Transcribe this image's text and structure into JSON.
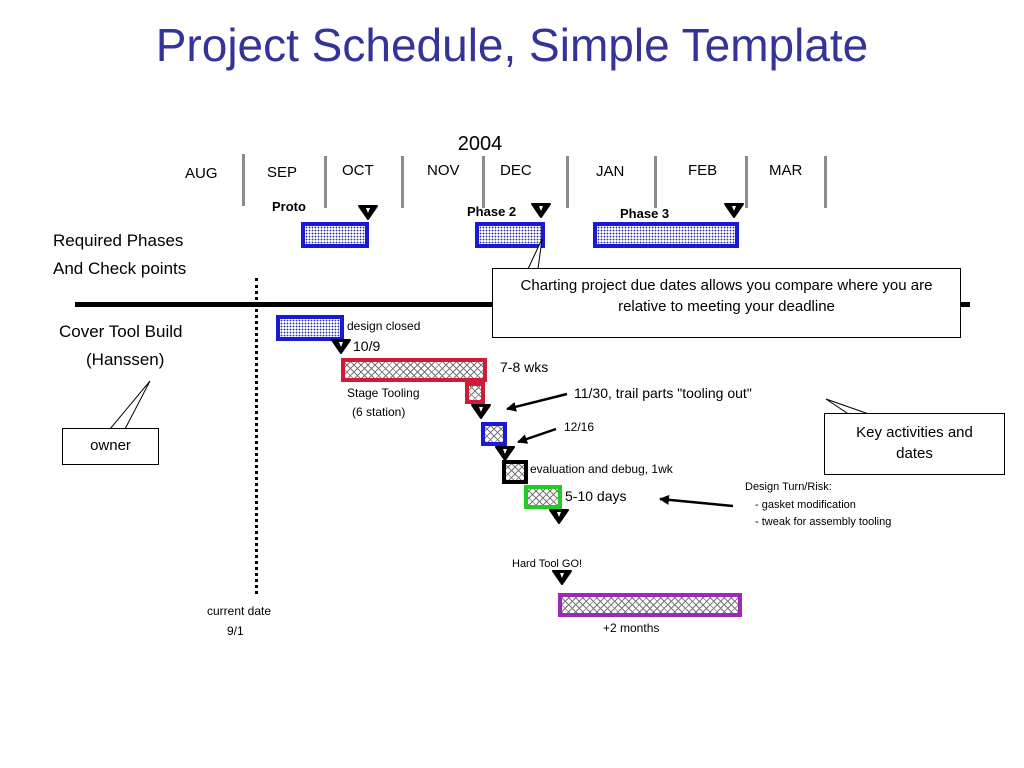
{
  "title": "Project Schedule, Simple Template",
  "year": "2004",
  "months": [
    "AUG",
    "SEP",
    "OCT",
    "NOV",
    "DEC",
    "JAN",
    "FEB",
    "MAR"
  ],
  "phases": [
    "Proto",
    "Phase 2",
    "Phase 3"
  ],
  "rows": {
    "required_line1": "Required Phases",
    "required_line2": "And Check points",
    "cover_line1": "Cover Tool Build",
    "cover_line2": "(Hanssen)"
  },
  "callouts": {
    "charting": "Charting project due dates allows you compare where you are relative to meeting your deadline",
    "key_activities": "Key activities  and dates",
    "owner": "owner"
  },
  "labels": {
    "design_closed": "design closed",
    "date_10_9": "10/9",
    "weeks": "7-8 wks",
    "stage_tooling": "Stage Tooling",
    "stations": "(6 station)",
    "trail_parts": "11/30,  trail parts \"tooling out\"",
    "date_12_16": "12/16",
    "evaluation": "evaluation and debug, 1wk",
    "days": "5-10 days",
    "risk_title": "Design Turn/Risk:",
    "risk_item1": "- gasket modification",
    "risk_item2": "- tweak for assembly tooling",
    "hard_tool": "Hard Tool GO!",
    "months_plus": "+2 months",
    "current_date": "current date",
    "date_9_1": "9/1"
  },
  "colors": {
    "title": "#33339a",
    "blue": "#1a1ad4",
    "red": "#d01a3a",
    "black": "#000000",
    "green": "#22cc22",
    "purple": "#9a2bb5"
  }
}
